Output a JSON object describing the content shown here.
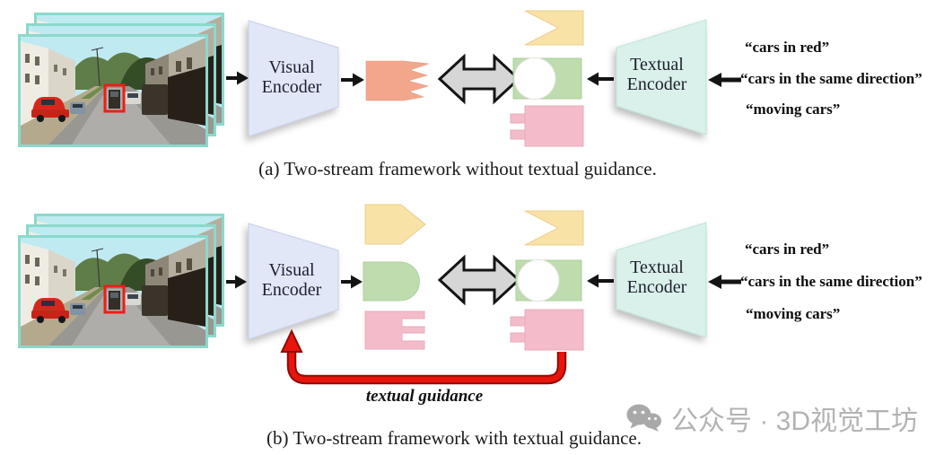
{
  "figure": {
    "panel_a": {
      "caption": "(a) Two-stream framework without textual guidance.",
      "visual_encoder": {
        "line1": "Visual",
        "line2": "Encoder"
      },
      "textual_encoder": {
        "line1": "Textual",
        "line2": "Encoder"
      }
    },
    "panel_b": {
      "caption": "(b) Two-stream framework with textual guidance.",
      "visual_encoder": {
        "line1": "Visual",
        "line2": "Encoder"
      },
      "textual_encoder": {
        "line1": "Textual",
        "line2": "Encoder"
      },
      "guidance_label": "textual guidance"
    },
    "prompts": [
      "“cars in red”",
      "“cars in the same direction”",
      "“moving cars”"
    ]
  },
  "watermark": {
    "icon": "wechat-icon",
    "text": "公众号 · 3D视觉工坊"
  },
  "colors": {
    "frame_border_teal": "#8bd9cb",
    "visual_encoder_fill": "#e1e7f7",
    "textual_encoder_fill": "#d9f1ea",
    "visual_embedding_salmon": "#f2a68c",
    "embedding_yellow": "#f8e2a6",
    "embedding_green": "#bedcae",
    "embedding_pink": "#f4bcca",
    "similarity_arrow_gray": "#d6d6d6",
    "guidance_arrow_red": "#e8150d",
    "tracking_bbox_red": "#ee1d16",
    "watermark_gray": "#b3b3b3"
  }
}
